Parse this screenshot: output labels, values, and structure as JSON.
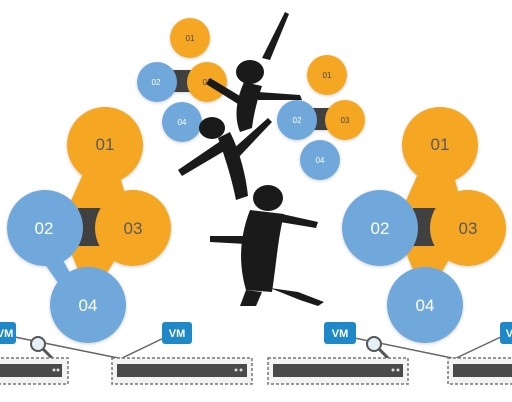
{
  "colors": {
    "orange": "#F5A623",
    "blue": "#6FA8DC",
    "connector": "#3F3F3F",
    "vm_badge": "#1E88C8",
    "silhouette": "#1A1A1A"
  },
  "left_cluster": {
    "n1": "01",
    "n2": "02",
    "n3": "03",
    "n4": "04"
  },
  "right_cluster": {
    "n1": "01",
    "n2": "02",
    "n3": "03",
    "n4": "04"
  },
  "small_cluster_a": {
    "n1": "01",
    "n2": "02",
    "n3": "03",
    "n4": "04"
  },
  "small_cluster_b": {
    "n1": "01",
    "n2": "02",
    "n3": "03",
    "n4": "04"
  },
  "vm_label": "VM",
  "icons": [
    "magnifier-icon",
    "server-icon",
    "dancer-silhouette"
  ]
}
